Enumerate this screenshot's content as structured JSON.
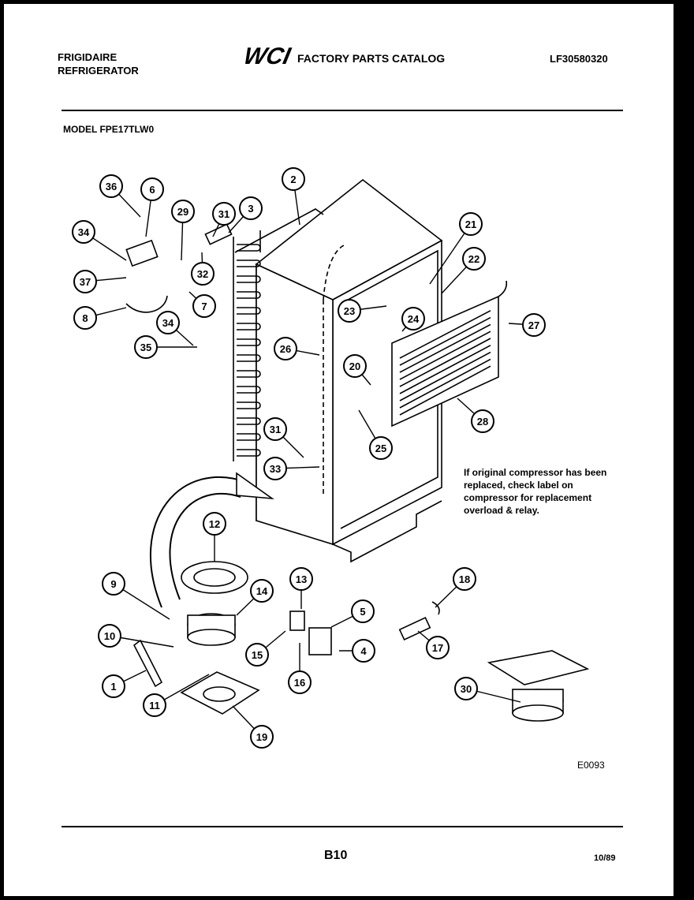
{
  "header": {
    "brand": "FRIGIDAIRE",
    "product": "REFRIGERATOR",
    "logo": "WCI",
    "catalog_title": "FACTORY PARTS CATALOG",
    "catalog_number": "LF30580320",
    "model": "MODEL FPE17TLW0"
  },
  "callouts": [
    "36",
    "6",
    "29",
    "31",
    "3",
    "2",
    "34",
    "32",
    "37",
    "7",
    "8",
    "34",
    "35",
    "26",
    "21",
    "22",
    "23",
    "24",
    "27",
    "20",
    "28",
    "25",
    "31",
    "33",
    "12",
    "9",
    "14",
    "13",
    "5",
    "10",
    "15",
    "4",
    "16",
    "18",
    "17",
    "1",
    "11",
    "19",
    "30"
  ],
  "note": {
    "lines": [
      "If original compressor has been",
      "replaced, check label on",
      "compressor for replacement",
      "overload & relay."
    ]
  },
  "figure_code": "E0093",
  "footer": {
    "page": "B10",
    "date": "10/89"
  }
}
